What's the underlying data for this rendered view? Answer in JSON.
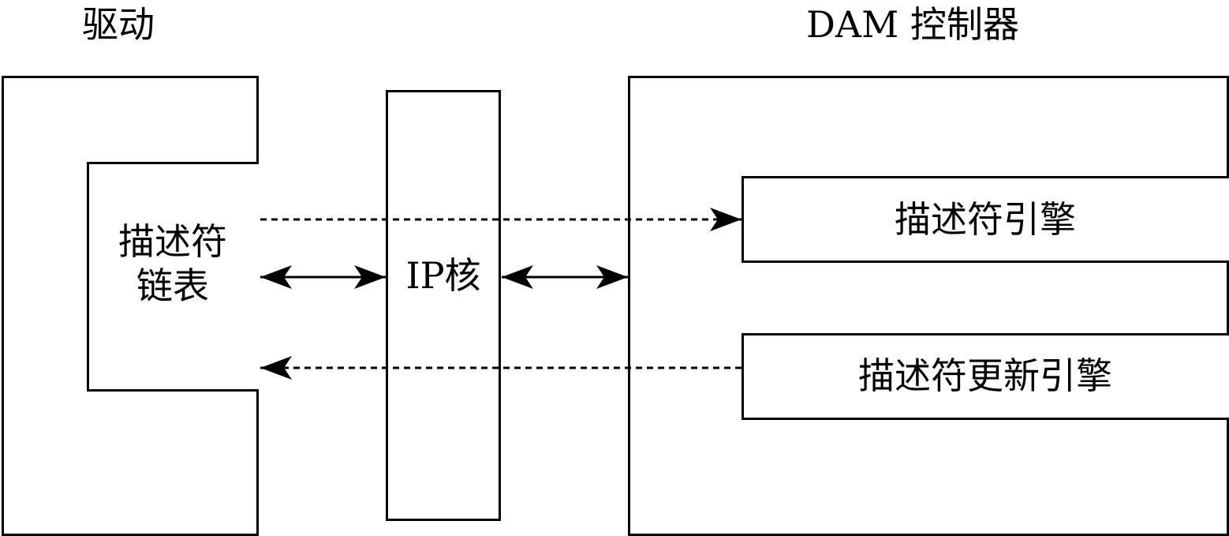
{
  "driver": {
    "title": "驱动"
  },
  "desc_list": {
    "line1": "描述符",
    "line2": "链表"
  },
  "ip_core": {
    "label": "IP核"
  },
  "dam_controller": {
    "title": "DAM 控制器"
  },
  "desc_engine": {
    "label": "描述符引擎"
  },
  "desc_update_engine": {
    "label": "描述符更新引擎"
  },
  "connections": [
    {
      "from": "desc-list",
      "to": "desc-engine",
      "style": "dashed",
      "direction": "forward"
    },
    {
      "from": "desc-list",
      "to": "ip-core",
      "style": "solid",
      "direction": "bidirectional"
    },
    {
      "from": "ip-core",
      "to": "dam-controller",
      "style": "solid",
      "direction": "bidirectional"
    },
    {
      "from": "desc-update-engine",
      "to": "desc-list",
      "style": "dashed",
      "direction": "forward"
    }
  ]
}
